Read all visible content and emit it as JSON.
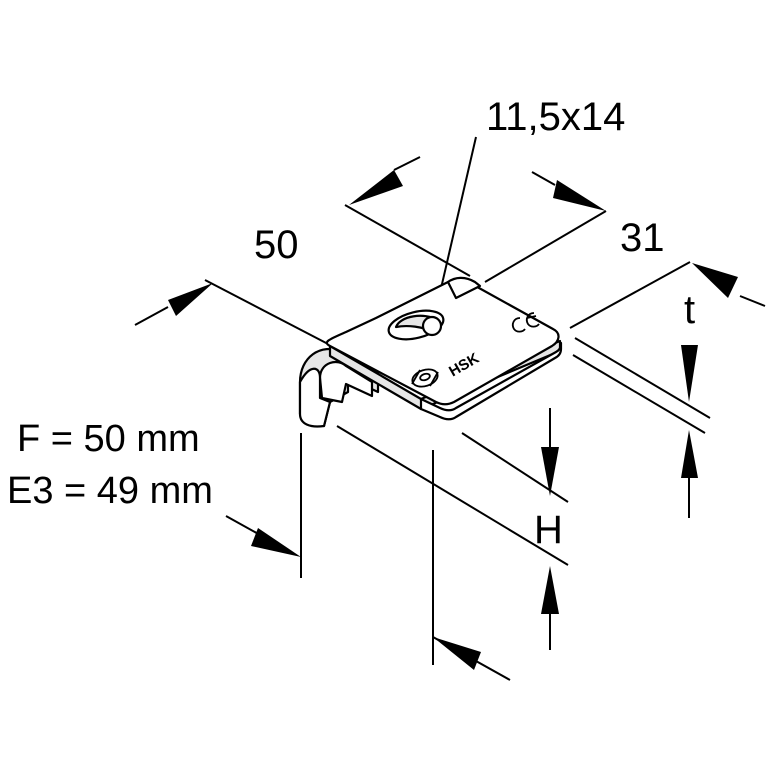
{
  "dimensions": {
    "slot": "11,5x14",
    "length": "50",
    "width": "31",
    "thickness": "t",
    "height": "H"
  },
  "notes": {
    "f_value": "F = 50 mm",
    "e3_value": "E3 = 49 mm"
  },
  "part_marking": {
    "brand": "HSK",
    "ce": "CE"
  },
  "colors": {
    "ink": "#000000",
    "part_fill": "#ffffff",
    "part_shadow": "#e6e6e6",
    "background": "#ffffff"
  }
}
